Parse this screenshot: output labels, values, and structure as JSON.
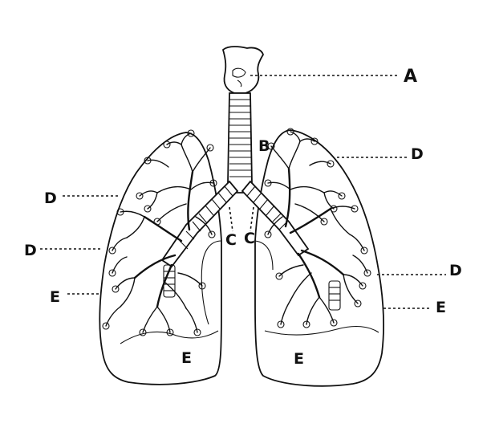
{
  "labels": {
    "a": "A",
    "b": "B",
    "c_left": "C",
    "c_right": "C",
    "d_left_upper": "D",
    "d_left_lower": "D",
    "d_right_upper": "D",
    "d_right_lower": "D",
    "e_left_outer": "E",
    "e_right_outer": "E",
    "e_left_inner": "E",
    "e_right_inner": "E"
  },
  "colors": {
    "ink": "#111111",
    "paper": "#ffffff"
  }
}
